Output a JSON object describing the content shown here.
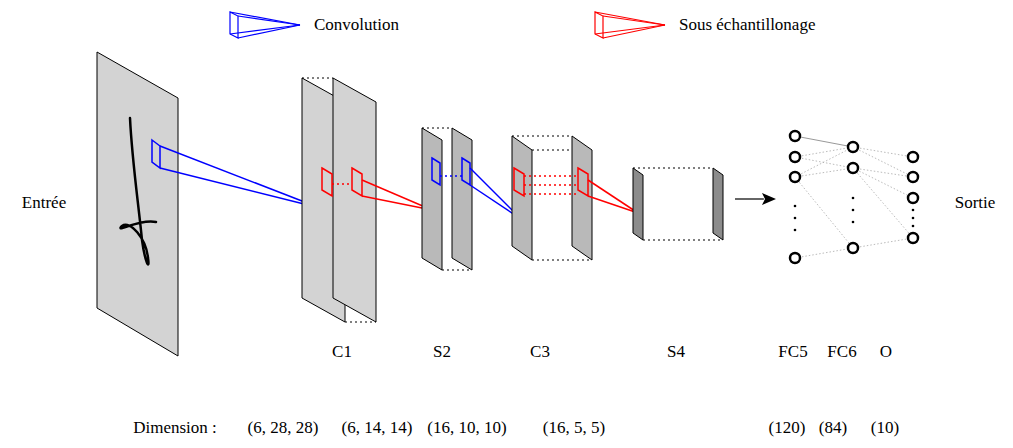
{
  "diagram": {
    "labels": [
      "Entrée",
      "Sortie",
      "C1",
      "S2",
      "C3",
      "S4",
      "FC5",
      "FC6",
      "O",
      "Dimension :",
      "(6, 28, 28)",
      "(6, 14, 14)",
      "(16, 10, 10)",
      "(16, 5, 5)",
      "(120)",
      "(84)",
      "(10)"
    ],
    "legend": [
      {
        "text": "Convolution"
      },
      {
        "text": "Sous échantillonage"
      }
    ]
  }
}
